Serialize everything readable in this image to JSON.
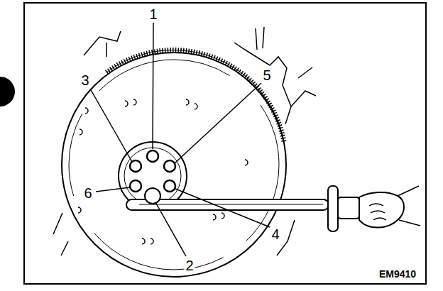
{
  "diagram": {
    "labels": [
      "1",
      "3",
      "5",
      "6",
      "2",
      "4",
      "EM9410"
    ]
  }
}
